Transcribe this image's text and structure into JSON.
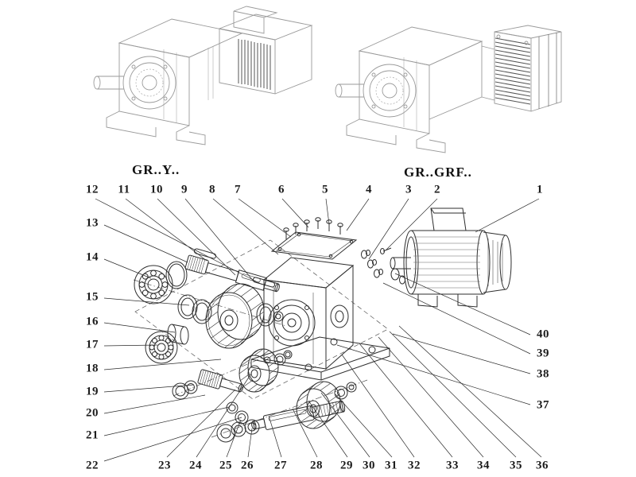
{
  "figure": {
    "type": "exploded-parts-diagram",
    "titles": {
      "left": "GR..Y..",
      "right": "GR..GRF.."
    },
    "callouts": {
      "top": [
        "12",
        "11",
        "10",
        "9",
        "8",
        "7",
        "6",
        "5",
        "4",
        "3",
        "2",
        "1"
      ],
      "left": [
        "13",
        "14",
        "15",
        "16",
        "17",
        "18",
        "19",
        "20",
        "21",
        "22"
      ],
      "bottom": [
        "23",
        "24",
        "25",
        "26",
        "27",
        "28",
        "29",
        "30",
        "31",
        "32",
        "33",
        "34",
        "35",
        "36"
      ],
      "right": [
        "40",
        "39",
        "38",
        "37"
      ]
    },
    "style": {
      "ink": "#2e2e2e",
      "light_ink": "#9a9a9a",
      "background": "#ffffff"
    }
  }
}
